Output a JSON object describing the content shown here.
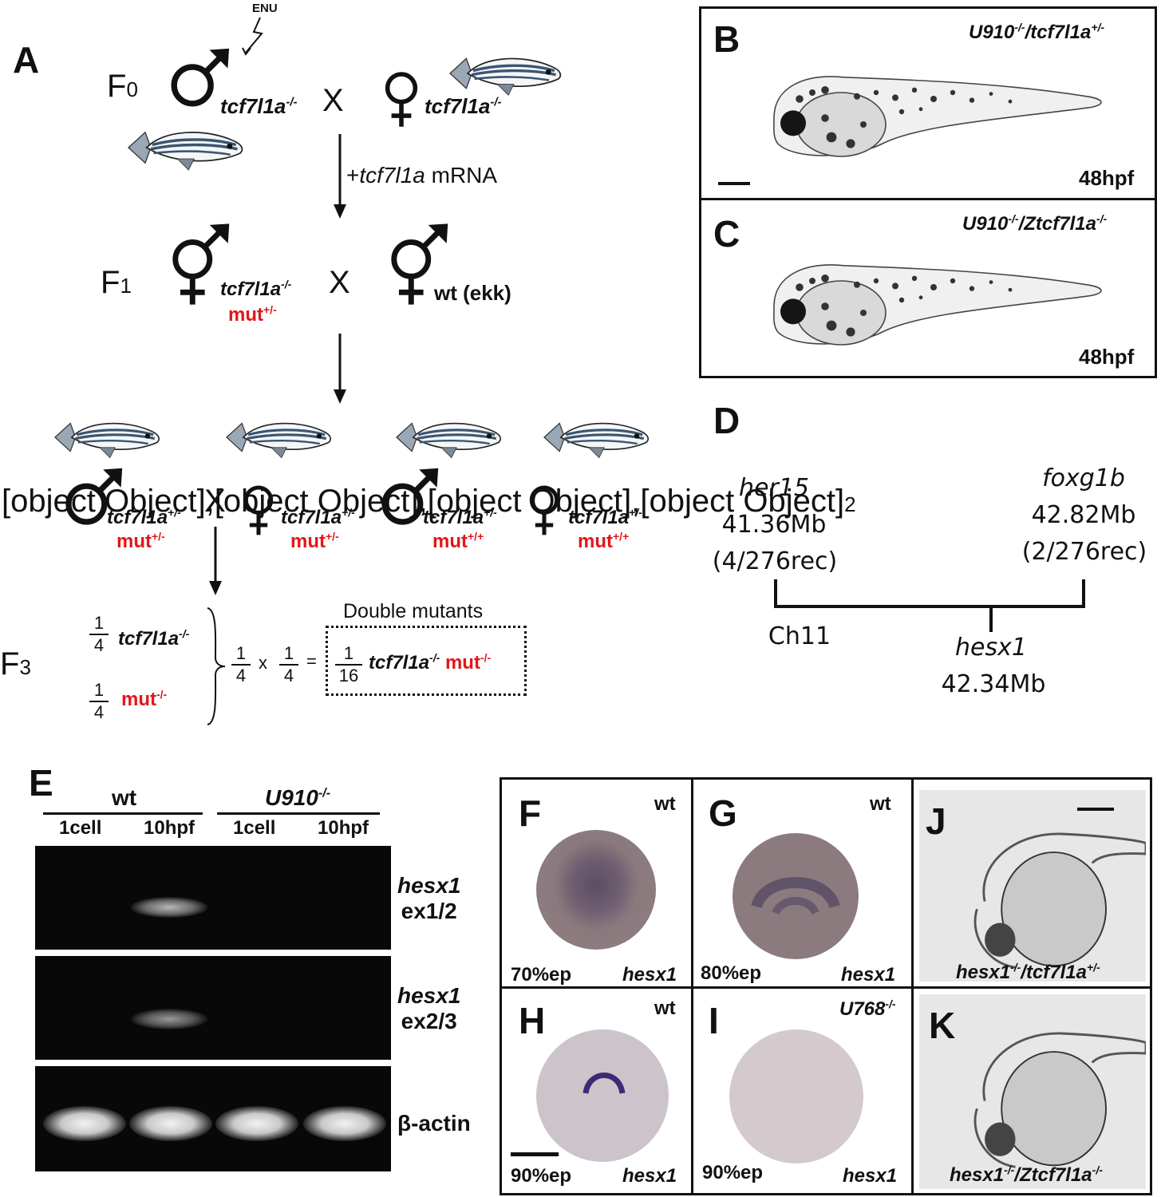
{
  "panels": {
    "A": "A",
    "B": "B",
    "C": "C",
    "D": "D",
    "E": "E",
    "F": "F",
    "G": "G",
    "H": "H",
    "I": "I",
    "J": "J",
    "K": "K"
  },
  "cross": {
    "enu": "ENU",
    "f0": "F",
    "f0_sub": "0",
    "f1": "F",
    "f1_sub": "1",
    "f2": [
      {
        "geno": "tcf7l1a",
        "sup": "+/-",
        "mut": "mut",
        "mut_sup": "+/-"
      },
      {
        "geno": "tcf7l1a",
        "sup": "+/-",
        "mut": "mut",
        "mut_sup": "+/-"
      },
      {
        "geno": "tcf7l1a",
        "sup": "+/-",
        "mut": "mut",
        "mut_sup": "+/+"
      },
      {
        "geno": "tcf7l1a",
        "sup": "+/-",
        "mut": "mut",
        "mut_sup": "+/+"
      }
    ],
    "f2_sub": "2",
    "f3": "F",
    "f3_sub": "3",
    "x": "X",
    "f0_male_geno": "tcf7l1a",
    "f0_male_sup": "-/-",
    "f0_female_geno": "tcf7l1a",
    "f0_female_sup": "-/-",
    "mrna_prefix": "+",
    "mrna_gene": "tcf7l1a",
    "mrna_suffix": " mRNA",
    "f1_left_geno": "tcf7l1a",
    "f1_left_sup": "-/-",
    "f1_left_mut": "mut",
    "f1_left_mut_sup": "+/-",
    "f1_right_geno": "wt (ekk)",
    "f3_frac_num": "1",
    "f3_frac_den": "4",
    "f3_line1_geno": "tcf7l1a",
    "f3_line1_sup": "-/-",
    "f3_line2_mut": "mut",
    "f3_line2_sup": "-/-",
    "times": "x",
    "equals": "=",
    "double_title": "Double mutants",
    "double_num": "1",
    "double_den": "16",
    "double_geno": "tcf7l1a",
    "double_sup": "-/-",
    "double_mut": "mut",
    "double_mut_sup": "-/-"
  },
  "bc": {
    "b_geno_a": "U910",
    "b_geno_a_sup": "-/-",
    "b_geno_b": "/tcf7l1a",
    "b_geno_b_sup": "+/-",
    "b_stage": "48hpf",
    "c_geno_a": "U910",
    "c_geno_a_sup": "-/-",
    "c_geno_b": "/Ztcf7l1a",
    "c_geno_b_sup": "-/-",
    "c_stage": "48hpf"
  },
  "map": {
    "left_gene": "her15",
    "left_pos": "41.36Mb",
    "left_rec": "(4/276rec)",
    "right_gene": "foxg1b",
    "right_pos": "42.82Mb",
    "right_rec": "(2/276rec)",
    "chromosome": "Ch11",
    "mid_gene": "hesx1",
    "mid_pos": "42.34Mb"
  },
  "gel": {
    "group_wt": "wt",
    "group_mut": "U910",
    "group_mut_sup": "-/-",
    "lanes": [
      "1cell",
      "10hpf",
      "1cell",
      "10hpf"
    ],
    "rows": [
      {
        "gene": "hesx1",
        "exon": "ex1/2",
        "bands": [
          0,
          1,
          0,
          0
        ]
      },
      {
        "gene": "hesx1",
        "exon": "ex2/3",
        "bands": [
          0,
          1,
          0,
          0
        ]
      },
      {
        "gene": "β-actin",
        "exon": "",
        "bands": [
          1,
          1,
          1,
          1
        ]
      }
    ]
  },
  "ish": {
    "f_geno": "wt",
    "f_stage": "70%ep",
    "f_gene": "hesx1",
    "g_geno": "wt",
    "g_stage": "80%ep",
    "g_gene": "hesx1",
    "h_geno": "wt",
    "h_stage": "90%ep",
    "h_gene": "hesx1",
    "i_geno": "U768",
    "i_geno_sup": "-/-",
    "i_stage": "90%ep",
    "i_gene": "hesx1",
    "j_geno_a": "hesx1",
    "j_geno_a_sup": "-/-",
    "j_geno_b": "/tcf7l1a",
    "j_geno_b_sup": "+/-",
    "k_geno_a": "hesx1",
    "k_geno_a_sup": "-/-",
    "k_geno_b": "/Ztcf7l1a",
    "k_geno_b_sup": "-/-"
  }
}
